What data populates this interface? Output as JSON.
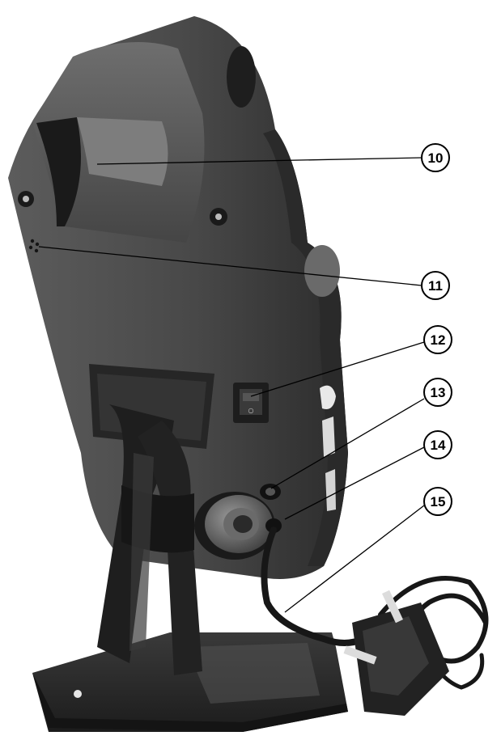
{
  "callouts": [
    {
      "id": "callout-10",
      "label": "10"
    },
    {
      "id": "callout-11",
      "label": "11"
    },
    {
      "id": "callout-12",
      "label": "12"
    },
    {
      "id": "callout-13",
      "label": "13"
    },
    {
      "id": "callout-14",
      "label": "14"
    },
    {
      "id": "callout-15",
      "label": "15"
    }
  ],
  "colors": {
    "housing": "#4a4a4a",
    "housing_dark": "#2e2e2e",
    "housing_light": "#6a6a6a",
    "stand": "#1f1f1f",
    "cable": "#1a1a1a",
    "background": "#ffffff"
  }
}
